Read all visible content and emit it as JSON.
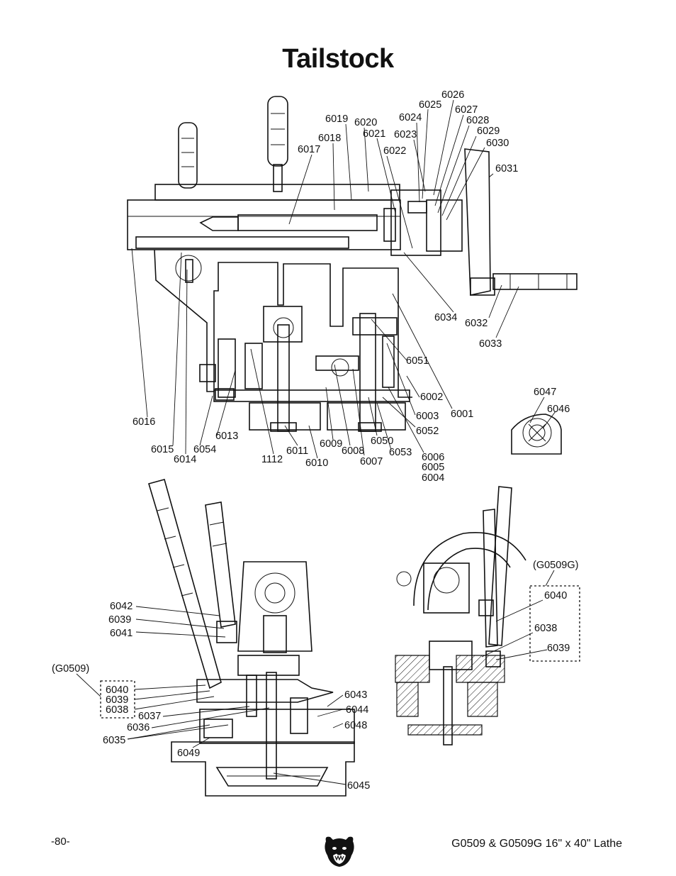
{
  "title": "Tailstock",
  "footer": {
    "page_number": "-80-",
    "model": "G0509 & G0509G 16\" x 40\" Lathe"
  },
  "logo": {
    "icon": "grizzly-bear-logo-icon"
  },
  "callouts": {
    "main_view": [
      "6026",
      "6025",
      "6027",
      "6024",
      "6019",
      "6020",
      "6028",
      "6029",
      "6023",
      "6021",
      "6018",
      "6030",
      "6022",
      "6017",
      "6031",
      "6034",
      "6032",
      "6033",
      "6051",
      "6002",
      "6001",
      "6003",
      "6016",
      "6052",
      "6013",
      "6050",
      "6053",
      "6015",
      "6054",
      "6011",
      "6009",
      "6008",
      "6006",
      "6014",
      "1112",
      "6010",
      "6007",
      "6005",
      "6004"
    ],
    "inset_view": [
      "6047",
      "6046"
    ],
    "lower_left_view": [
      "6042",
      "6039",
      "6041",
      "(G0509)",
      "6040",
      "6039",
      "6038",
      "6037",
      "6036",
      "6035",
      "6043",
      "6044",
      "6048",
      "6049",
      "6045"
    ],
    "lower_right_view": [
      "(G0509G)",
      "6040",
      "6038",
      "6039"
    ]
  }
}
